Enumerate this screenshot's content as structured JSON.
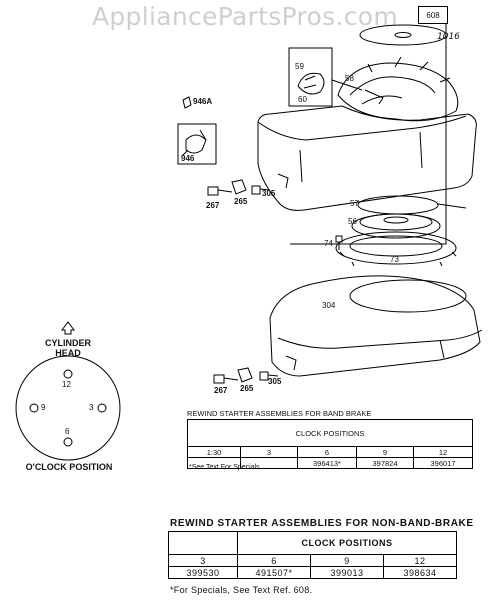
{
  "watermark": "AppliancePartsPros.com",
  "ref_box": "608",
  "handwritten_note": "1016",
  "callouts": {
    "c59": "59",
    "c58": "58",
    "c60": "60",
    "c946a": "946A",
    "c946": "946",
    "c267a": "267",
    "c265a": "265",
    "c305a": "305",
    "c57": "57",
    "c56": "56",
    "c74": "74",
    "c73": "73",
    "c304": "304",
    "c267b": "267",
    "c265b": "265",
    "c305b": "305"
  },
  "clock_dial": {
    "top_label": "CYLINDER\nHEAD",
    "caption": "O'CLOCK POSITION",
    "n12": "12",
    "n9": "9",
    "n3": "3",
    "n6": "6"
  },
  "table_band_brake": {
    "title": "REWIND STARTER ASSEMBLIES FOR BAND BRAKE",
    "header": "CLOCK POSITIONS",
    "positions": [
      "1:30",
      "3",
      "6",
      "9",
      "12"
    ],
    "parts": [
      "",
      "",
      "396413*",
      "397824",
      "396017"
    ],
    "note": "*See Text For Specials"
  },
  "table_non_band_brake": {
    "title": "REWIND STARTER ASSEMBLIES FOR NON-BAND-BRAKE",
    "header": "CLOCK POSITIONS",
    "positions": [
      "3",
      "6",
      "9",
      "12"
    ],
    "parts": [
      "399530",
      "491507*",
      "399013",
      "398634"
    ],
    "note": "*For Specials, See Text Ref. 608."
  }
}
